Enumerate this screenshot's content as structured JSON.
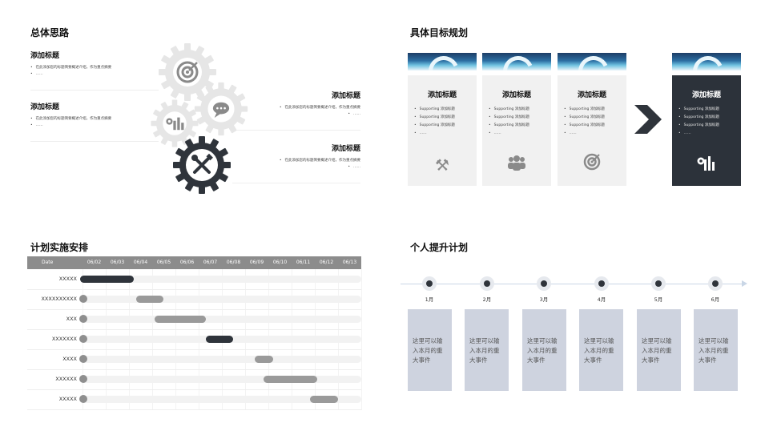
{
  "q1": {
    "title": "总体思路",
    "left_items": [
      {
        "heading": "添加标题",
        "line1": "在此添加您的标题简要概述介绍，作为重点摘要",
        "line2": "……"
      },
      {
        "heading": "添加标题",
        "line1": "在此添加您的标题简要概述介绍，作为重点摘要",
        "line2": "……"
      }
    ],
    "right_items": [
      {
        "heading": "添加标题",
        "line1": "在此添加您的标题简要概述介绍，作为重点摘要",
        "line2": "……"
      },
      {
        "heading": "添加标题",
        "line1": "在此添加您的标题简要概述介绍，作为重点摘要",
        "line2": "……"
      }
    ],
    "gear_icons": [
      "target-icon",
      "chat-icon",
      "chart-icon",
      "tools-icon"
    ],
    "colors": {
      "gear_light": "#e8e8e8",
      "gear_dark": "#2f343b"
    }
  },
  "q2": {
    "title": "具体目标规划",
    "cards": [
      {
        "title": "添加标题",
        "items": [
          "Supporting 添加标题",
          "Supporting 添加标题",
          "Supporting 添加标题",
          "……"
        ],
        "icon": "tools-icon",
        "glyph": "⚒"
      },
      {
        "title": "添加标题",
        "items": [
          "Supporting 添加标题",
          "Supporting 添加标题",
          "Supporting 添加标题",
          "……"
        ],
        "icon": "team-icon",
        "glyph": "👥"
      },
      {
        "title": "添加标题",
        "items": [
          "Supporting 添加标题",
          "Supporting 添加标题",
          "Supporting 添加标题",
          "……"
        ],
        "icon": "target-icon",
        "glyph": "◎"
      },
      {
        "title": "添加标题",
        "items": [
          "Supporting 添加标题",
          "Supporting 添加标题",
          "Supporting 添加标题",
          "……"
        ],
        "icon": "chart-icon",
        "glyph": "▥"
      }
    ],
    "colors": {
      "card": "#f1f1f1",
      "card_dark": "#2c323a"
    }
  },
  "q3": {
    "title": "计划实施安排",
    "header_first": "Date",
    "dates": [
      "06/02",
      "06/03",
      "06/04",
      "06/05",
      "06/06",
      "06/07",
      "06/08",
      "06/09",
      "06/10",
      "06/11",
      "06/12",
      "06/13"
    ],
    "tasks": [
      {
        "name": "XXXXX",
        "start": 0,
        "end": 2.3,
        "dark": true
      },
      {
        "name": "XXXXXXXXXX",
        "start": 2.4,
        "end": 3.6,
        "dark": false
      },
      {
        "name": "XXX",
        "start": 3.2,
        "end": 5.4,
        "dark": false
      },
      {
        "name": "XXXXXXX",
        "start": 5.4,
        "end": 6.6,
        "dark": true
      },
      {
        "name": "XXXX",
        "start": 7.5,
        "end": 8.3,
        "dark": false
      },
      {
        "name": "XXXXXX",
        "start": 7.9,
        "end": 10.2,
        "dark": false
      },
      {
        "name": "XXXXX",
        "start": 9.9,
        "end": 11.1,
        "dark": false
      }
    ],
    "colors": {
      "header": "#8c8c8c",
      "bar_dark": "#2f343b",
      "bar_light": "#9a9a9a",
      "track": "#f2f2f2"
    }
  },
  "q4": {
    "title": "个人提升计划",
    "months": [
      {
        "label": "1月",
        "text": "这里可以输入本月的重大事件"
      },
      {
        "label": "2月",
        "text": "这里可以输入本月的重大事件"
      },
      {
        "label": "3月",
        "text": "这里可以输入本月的重大事件"
      },
      {
        "label": "4月",
        "text": "这里可以输入本月的重大事件"
      },
      {
        "label": "5月",
        "text": "这里可以输入本月的重大事件"
      },
      {
        "label": "6月",
        "text": "这里可以输入本月的重大事件"
      }
    ],
    "colors": {
      "box": "#ced3df",
      "line": "#c9d6e6"
    }
  }
}
